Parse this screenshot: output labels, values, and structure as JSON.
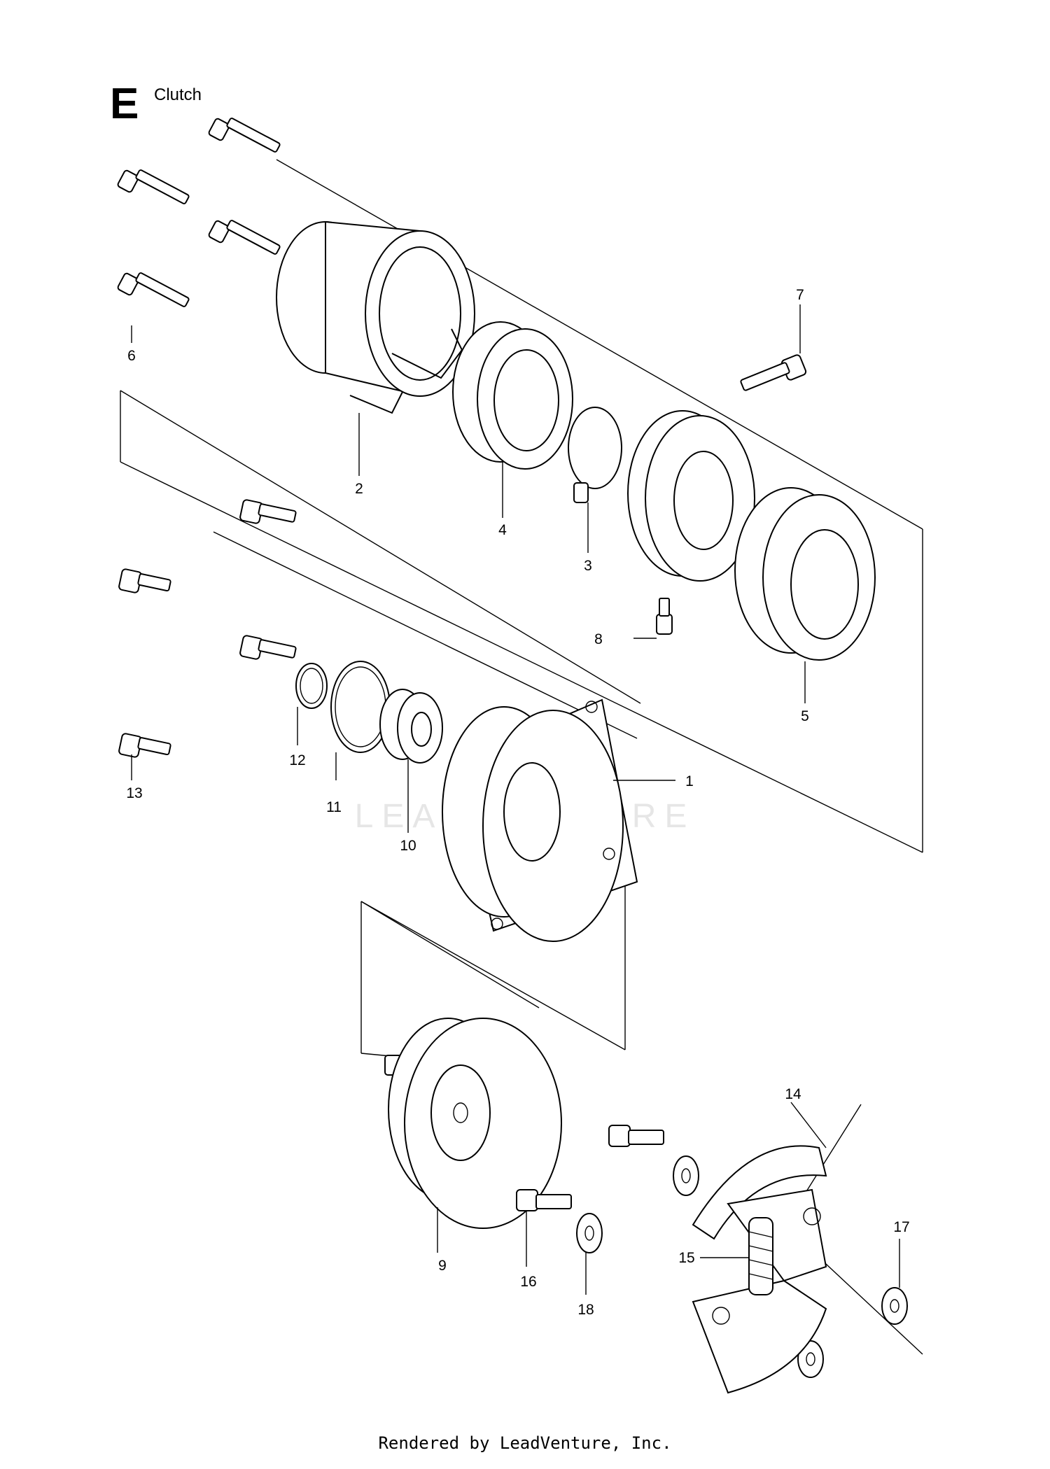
{
  "header": {
    "section_letter": "E",
    "section_title": "Clutch"
  },
  "watermark": "LEADVENTURE",
  "footer": "Rendered by LeadVenture, Inc.",
  "callouts": {
    "c1": "1",
    "c2": "2",
    "c3": "3",
    "c4": "4",
    "c5": "5",
    "c6": "6",
    "c7": "7",
    "c8": "8",
    "c9": "9",
    "c10": "10",
    "c11": "11",
    "c12": "12",
    "c13": "13",
    "c14": "14",
    "c15": "15",
    "c16": "16",
    "c17": "17",
    "c18": "18"
  }
}
